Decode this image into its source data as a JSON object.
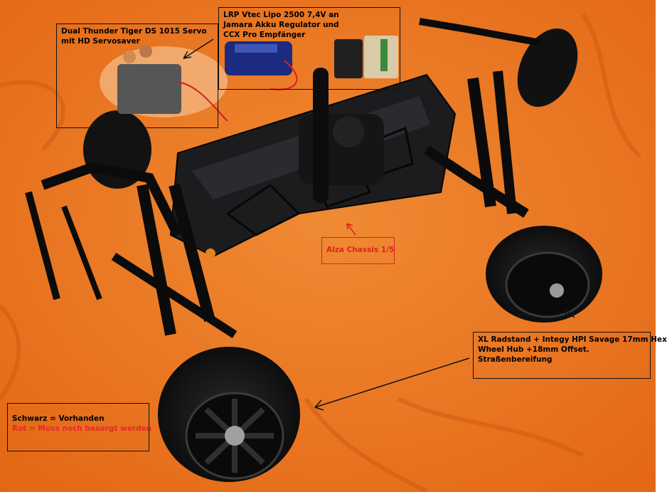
{
  "labels": {
    "servo": {
      "line1": "Dual Thunder Tiger DS 1015 Servo",
      "line2": "mit HD Servosaver"
    },
    "electronics": {
      "line1": "LRP Vtec Lipo 2500 7,4V an",
      "line2": "Jamara Akku Regulator und",
      "line3": "CCX Pro Empfänger"
    },
    "chassis": {
      "line1": "Alza Chassis 1/5"
    },
    "wheels": {
      "line1": "XL Radstand + Integy HPI Savage 17mm Hex",
      "line2": "Wheel Hub +18mm Offset.",
      "line3": "Straßenbereifung"
    },
    "legend": {
      "black_text": "Schwarz = Vorhanden",
      "red_text": "Rot = Muss noch besorgt werden"
    }
  },
  "colors": {
    "background": "#ee7a22",
    "label_black": "#111111",
    "label_red": "#e02020"
  }
}
